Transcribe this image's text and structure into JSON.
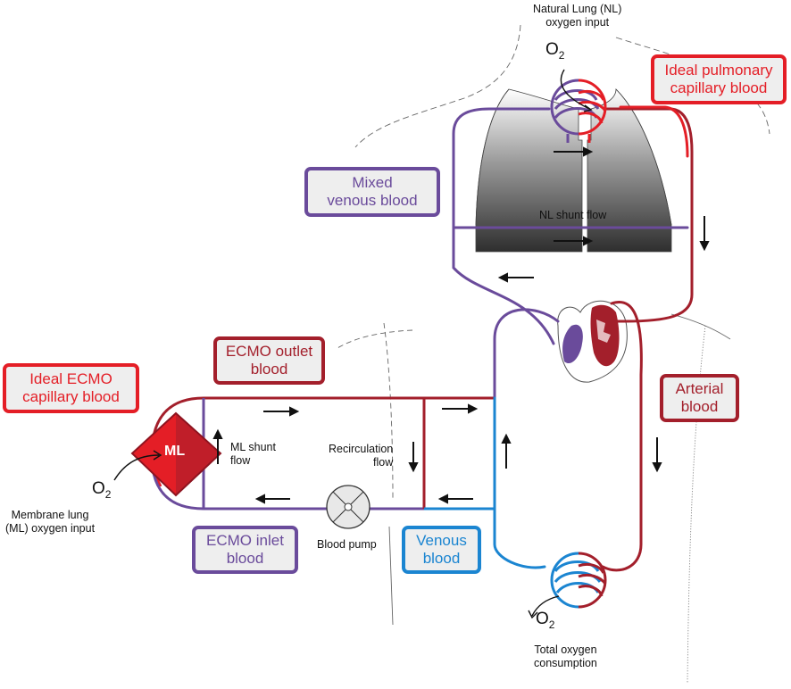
{
  "colors": {
    "oxygenated": "#e41e26",
    "arterial": "#a31f2b",
    "venous_mixed": "#6a4b9b",
    "venous": "#1b85d1",
    "box_background": "#eeeeee",
    "pump_fill": "#e8e8e8"
  },
  "labels": {
    "nl_input": [
      "Natural Lung (NL)",
      "oxygen input"
    ],
    "o2_main": "O",
    "o2_sub": "2",
    "nl_shunt_flow": "NL shunt flow",
    "ml_shunt_flow": [
      "ML shunt",
      "flow"
    ],
    "recirculation_flow": [
      "Recirculation",
      "flow"
    ],
    "membrane_lung": "ML",
    "ml_input": [
      "Membrane lung",
      "(ML) oxygen input"
    ],
    "blood_pump": "Blood pump",
    "total_oxygen": [
      "Total oxygen",
      "consumption"
    ]
  },
  "boxes": {
    "ideal_pulmonary": [
      "Ideal pulmonary",
      "capillary blood"
    ],
    "mixed_venous": [
      "Mixed",
      "venous blood"
    ],
    "ecmo_outlet": [
      "ECMO outlet",
      "blood"
    ],
    "ideal_ecmo": [
      "Ideal ECMO",
      "capillary blood"
    ],
    "arterial": [
      "Arterial",
      "blood"
    ],
    "ecmo_inlet": [
      "ECMO inlet",
      "blood"
    ],
    "venous": [
      "Venous",
      "blood"
    ]
  },
  "icons": [
    "lung-icon",
    "heart-icon",
    "membrane-lung-icon",
    "blood-pump-icon",
    "capillary-bed-icon",
    "flow-arrow-icon",
    "body-outline-icon"
  ]
}
